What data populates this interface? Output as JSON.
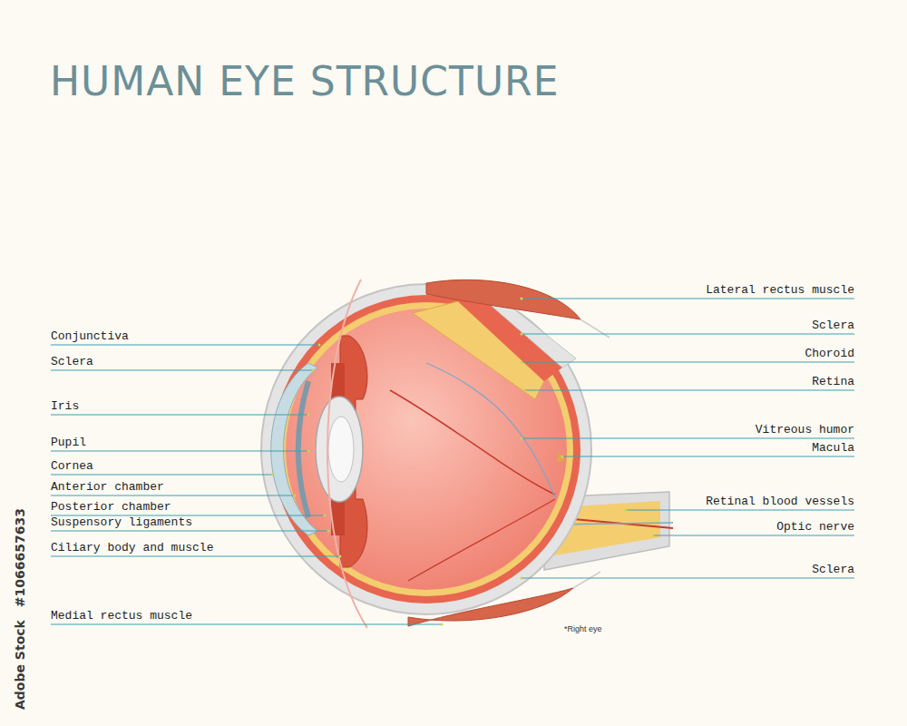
{
  "diagram": {
    "title": "HUMAN EYE STRUCTURE",
    "labels": [
      "Conjunctiva",
      "Sclera",
      "Iris",
      "Pupil",
      "Cornea",
      "Anterior chamber",
      "Posterior chamber",
      "Suspensory ligaments",
      "Ciliary body and muscle",
      "Medial rectus muscle",
      "Lateral rectus muscle",
      "Sclera",
      "Choroid",
      "Retina",
      "Vitreous humor",
      "Macula",
      "Retinal blood vessels",
      "Optic nerve",
      "Sclera",
      "*Right eye",
      "Adobe Stock",
      "#1066657633"
    ]
  }
}
